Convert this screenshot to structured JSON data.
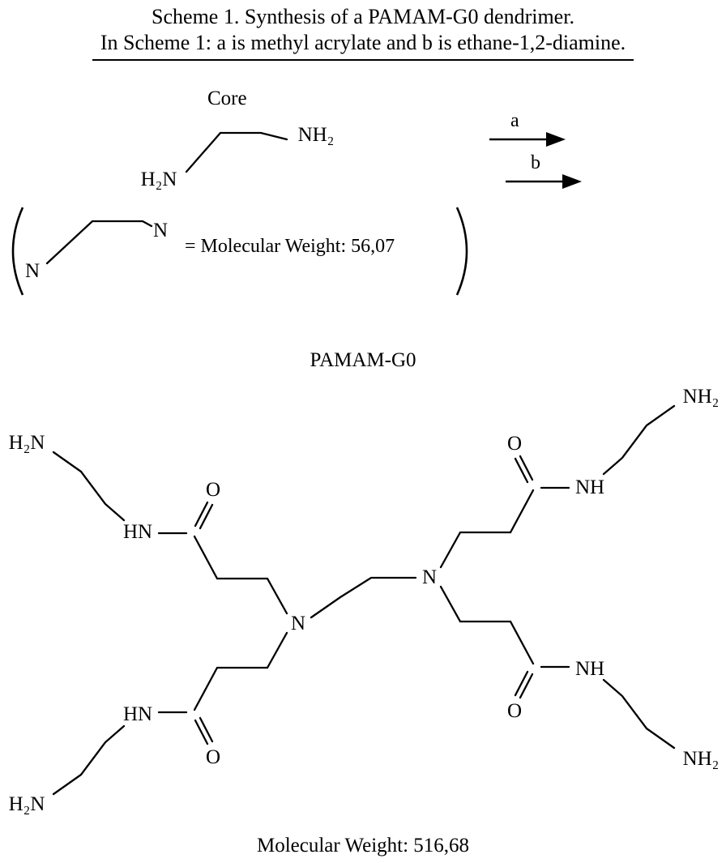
{
  "title": {
    "line1": "Scheme 1. Synthesis of a PAMAM-G0 dendrimer.",
    "line2": "In Scheme 1: a is methyl acrylate and b is ethane-1,2-diamine."
  },
  "reaction": {
    "core_label": "Core",
    "arrow_a_label": "a",
    "arrow_b_label": "b",
    "repeat_unit_mw": "= Molecular Weight: 56,07",
    "product_name": "PAMAM-G0",
    "product_mw": "Molecular Weight: 516,68"
  },
  "atoms": {
    "h2n": "H₂N",
    "nh2": "NH₂",
    "nitrogen": "N",
    "oxygen": "O",
    "hn": "HN",
    "nh": "NH"
  },
  "colors": {
    "ink": "#000000",
    "background": "#ffffff"
  }
}
